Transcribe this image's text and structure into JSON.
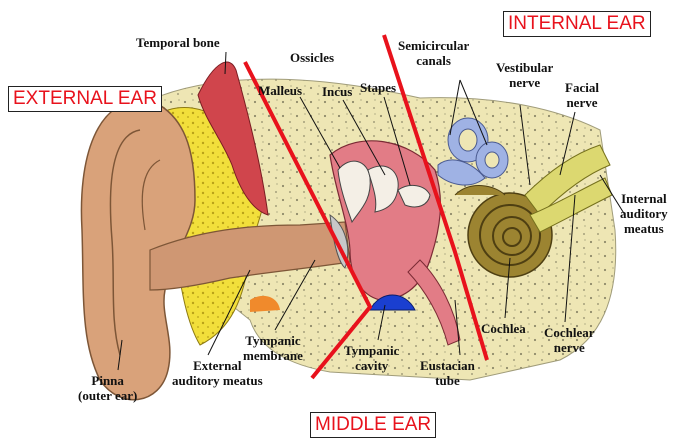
{
  "regions": {
    "external": "EXTERNAL EAR",
    "middle": "MIDDLE EAR",
    "internal": "INTERNAL EAR"
  },
  "labels": {
    "temporal_bone": "Temporal bone",
    "ossicles": "Ossicles",
    "malleus": "Malleus",
    "incus": "Incus",
    "stapes": "Stapes",
    "semicircular_canals": [
      "Semicircular",
      "canals"
    ],
    "vestibular_nerve": [
      "Vestibular",
      "nerve"
    ],
    "facial_nerve": [
      "Facial",
      "nerve"
    ],
    "internal_auditory_meatus": [
      "Internal",
      "auditory",
      "meatus"
    ],
    "cochlea": "Cochlea",
    "cochlear_nerve": [
      "Cochlear",
      "nerve"
    ],
    "eustachian_tube": [
      "Eustacian",
      "tube"
    ],
    "tympanic_cavity": [
      "Tympanic",
      "cavity"
    ],
    "tympanic_membrane": [
      "Tympanic",
      "membrane"
    ],
    "external_auditory_meatus": [
      "External",
      "auditory meatus"
    ],
    "pinna": [
      "Pinna",
      "(outer ear)"
    ]
  },
  "colors": {
    "region_text": "#e8121c",
    "divider": "#e8121c",
    "skin": "#d9a27a",
    "bone": "#eee6b4",
    "fat": "#f2df3b",
    "muscle": "#d0454c",
    "middle_ear": "#e27c86",
    "canals": "#9fb2e4",
    "cochlea": "#9c8431",
    "nerve": "#dcd870",
    "cavity": "#1a3fd0",
    "tissue": "#f08a2c"
  }
}
